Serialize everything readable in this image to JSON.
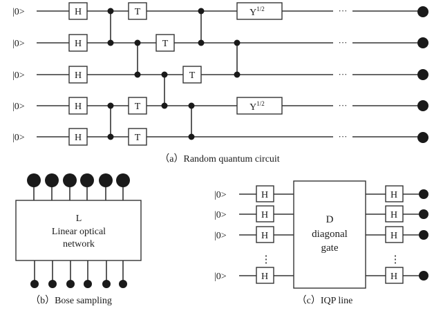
{
  "diagram_a": {
    "caption": "（a）Random quantum circuit",
    "qubit_label": "|0>",
    "qubits": 5,
    "ellipsis": "···",
    "gates": [
      {
        "type": "H",
        "row": 0,
        "label": "H"
      },
      {
        "type": "H",
        "row": 1,
        "label": "H"
      },
      {
        "type": "H",
        "row": 2,
        "label": "H"
      },
      {
        "type": "H",
        "row": 3,
        "label": "H"
      },
      {
        "type": "H",
        "row": 4,
        "label": "H"
      },
      {
        "type": "T",
        "row": 0,
        "label": "T"
      },
      {
        "type": "T",
        "row": 1,
        "label": "T"
      },
      {
        "type": "T",
        "row": 2,
        "label": "T"
      },
      {
        "type": "T",
        "row": 3,
        "label": "T"
      },
      {
        "type": "T",
        "row": 4,
        "label": "T"
      },
      {
        "type": "Y",
        "row": 0,
        "label": "Y",
        "sup": "1/2"
      },
      {
        "type": "Y",
        "row": 3,
        "label": "Y",
        "sup": "1/2"
      }
    ],
    "controlled_z": [
      {
        "rows": [
          0,
          1
        ]
      },
      {
        "rows": [
          3,
          4
        ]
      },
      {
        "rows": [
          1,
          2
        ]
      },
      {
        "rows": [
          2,
          3
        ]
      },
      {
        "rows": [
          3,
          4
        ]
      },
      {
        "rows": [
          0,
          1
        ]
      },
      {
        "rows": [
          1,
          2
        ]
      }
    ]
  },
  "diagram_b": {
    "caption": "（b）Bose sampling",
    "box_title": "L",
    "box_line1": "Linear optical",
    "box_line2": "network",
    "modes": 6
  },
  "diagram_c": {
    "caption": "（c）IQP line",
    "qubit_label": "|0>",
    "gate_label": "H",
    "box_title": "D",
    "box_line1": "diagonal",
    "box_line2": "gate",
    "vdots": "⋮"
  }
}
